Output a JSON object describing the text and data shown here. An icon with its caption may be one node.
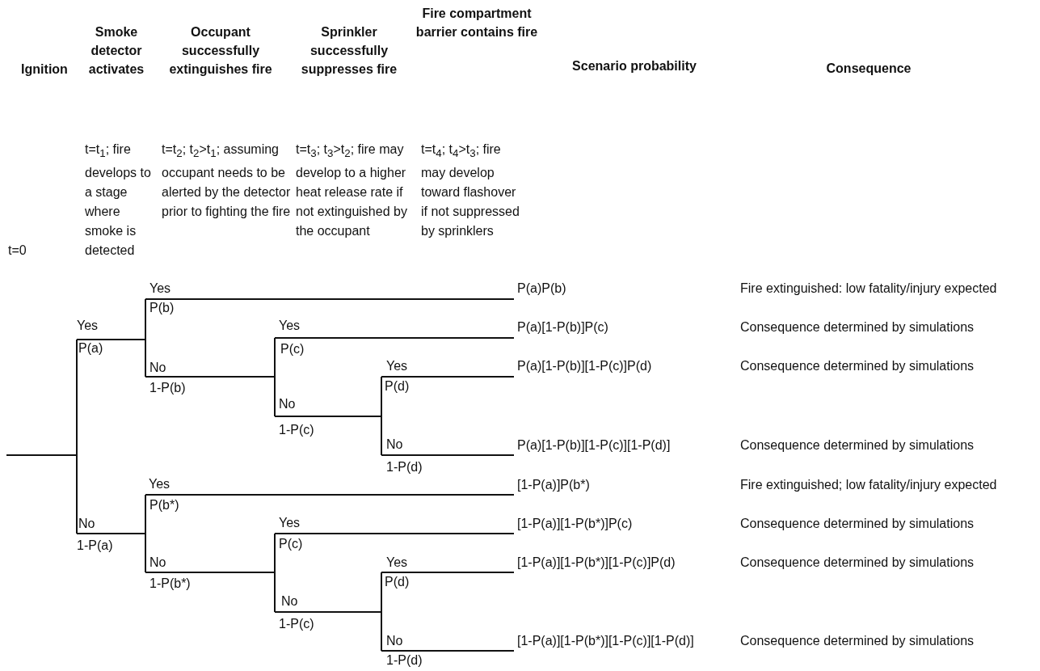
{
  "diagram": {
    "labels": [
      "Ignition",
      "Smoke detector activates",
      "Occupant successfully extinguishes fire",
      "Sprinkler successfully suppresses fire",
      "Fire compartment barrier contains fire",
      "Scenario probability",
      "Consequence",
      "t=t$_{1}$; fire develops to a stage where smoke is detected",
      "t=t$_{2}$; t$_{2}$>t$_{1}$; assuming occupant needs to be alerted by the detector prior to fighting the fire",
      "t=t$_{3}$; t$_{3}$>t$_{2}$; fire may develop to a higher heat release rate if not extinguished by the occupant",
      "t=t$_{4}$; t$_{4}$>t$_{3}$; fire may develop toward flashover if not suppressed by sprinklers",
      "t=0",
      "Yes",
      "P(a)",
      "No",
      "1-P(a)",
      "Yes",
      "P(b)",
      "No",
      "1-P(b)",
      "Yes",
      "P(c)",
      "No",
      "1-P(c)",
      "Yes",
      "P(d)",
      "No",
      "1-P(d)",
      "Yes",
      "P(b*)",
      "No",
      "1-P(b*)",
      "Yes",
      "P(c)",
      "No",
      "1-P(c)",
      "Yes",
      "P(d)",
      "No",
      "1-P(d)",
      "P(a)P(b)",
      "Fire extinguished: low fatality/injury expected",
      "P(a)[1-P(b)]P(c)",
      "Consequence determined by simulations",
      "P(a)[1-P(b)][1-P(c)]P(d)",
      "Consequence determined by simulations",
      "P(a)[1-P(b)][1-P(c)][1-P(d)]",
      "Consequence determined by simulations",
      "[1-P(a)]P(b*)",
      "Fire extinguished; low fatality/injury expected",
      "[1-P(a)][1-P(b*)]P(c)",
      "Consequence determined by simulations",
      "[1-P(a)][1-P(b*)][1-P(c)]P(d)",
      "Consequence determined by simulations",
      "[1-P(a)][1-P(b*)][1-P(c)][1-P(d)]",
      "Consequence determined by simulations"
    ]
  }
}
